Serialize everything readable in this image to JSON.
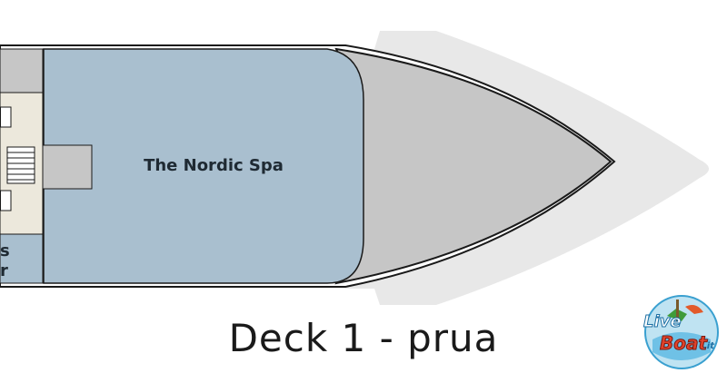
{
  "map": {
    "room_label": "The Nordic Spa",
    "cut_label_1": "s",
    "cut_label_2": "r",
    "title": "Deck 1 - prua"
  },
  "logo": {
    "word_1": "Live",
    "word_2": "Boat",
    "suffix": ".it"
  },
  "colors": {
    "spa_fill": "#a9bfcf",
    "hull_fill": "#c9c9c9",
    "hull_shadow": "#e8e8e8",
    "stair_fill": "#ece8dc",
    "outline": "#1a1a1a"
  }
}
